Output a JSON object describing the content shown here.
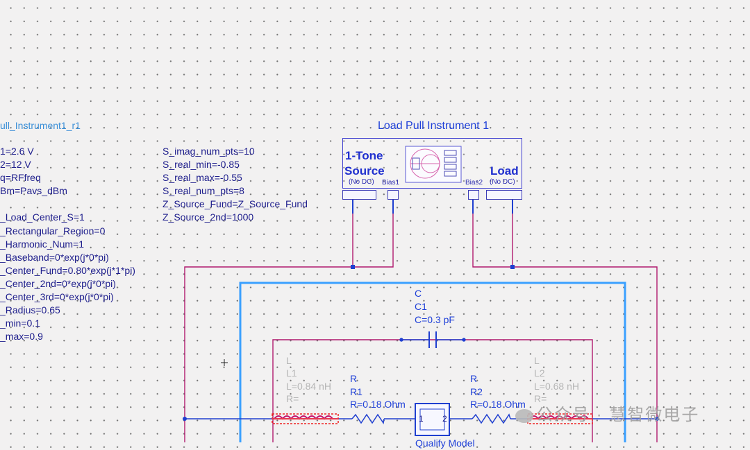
{
  "left_panel": {
    "instance_name": "ull_Instrument1_r1",
    "params": [
      "1=2.6 V",
      "2=12 V",
      "q=RFfreq",
      "Bm=Pavs_dBm",
      "",
      "_Load_Center_S=1",
      "_Rectangular_Region=0",
      "_Harmonic_Num=1",
      "_Baseband=0*exp(j*0*pi)",
      "_Center_Fund=0.80*exp(j*1*pi)",
      "_Center_2nd=0*exp(j*0*pi)",
      "_Center_3rd=0*exp(j*0*pi)",
      "_Radius=0.65",
      "_min=0.1",
      "_max=0.9"
    ]
  },
  "middle_params": [
    "S_imag_num_pts=10",
    "S_real_min=-0.85",
    "S_real_max=-0.55",
    "S_real_num_pts=8",
    "Z_Source_Fund=Z_Source_Fund",
    "Z_Source_2nd=1000"
  ],
  "instrument": {
    "title": "Load Pull Instrument 1",
    "source_label_line1": "1-Tone",
    "source_label_line2": "Source",
    "source_sub": "(No DC)",
    "bias1": "Bias1",
    "bias2": "Bias2",
    "load_label": "Load",
    "load_sub": "(No DC)"
  },
  "capacitor": {
    "type": "C",
    "name": "C1",
    "value": "C=0.3 pF"
  },
  "inductor1": {
    "type": "L",
    "name": "L1",
    "value": "L=0.84 nH",
    "r": "R="
  },
  "inductor2": {
    "type": "L",
    "name": "L2",
    "value": "L=0.68 nH",
    "r": "R="
  },
  "resistor1": {
    "type": "R",
    "name": "R1",
    "value": "R=0.18 Ohm"
  },
  "resistor2": {
    "type": "R",
    "name": "R2",
    "value": "R=0.18 Ohm"
  },
  "device": {
    "pin1": "1",
    "pin2": "2",
    "label_partial": "Qualify Model"
  },
  "watermark": "公众号 · 慧智微电子",
  "colors": {
    "wire_magenta": "#b0196e",
    "wire_blue": "#1f3fd0",
    "highlight_box": "#3aa0ff",
    "param_text": "#1d1d8c",
    "component_blue": "#1f40d8"
  }
}
